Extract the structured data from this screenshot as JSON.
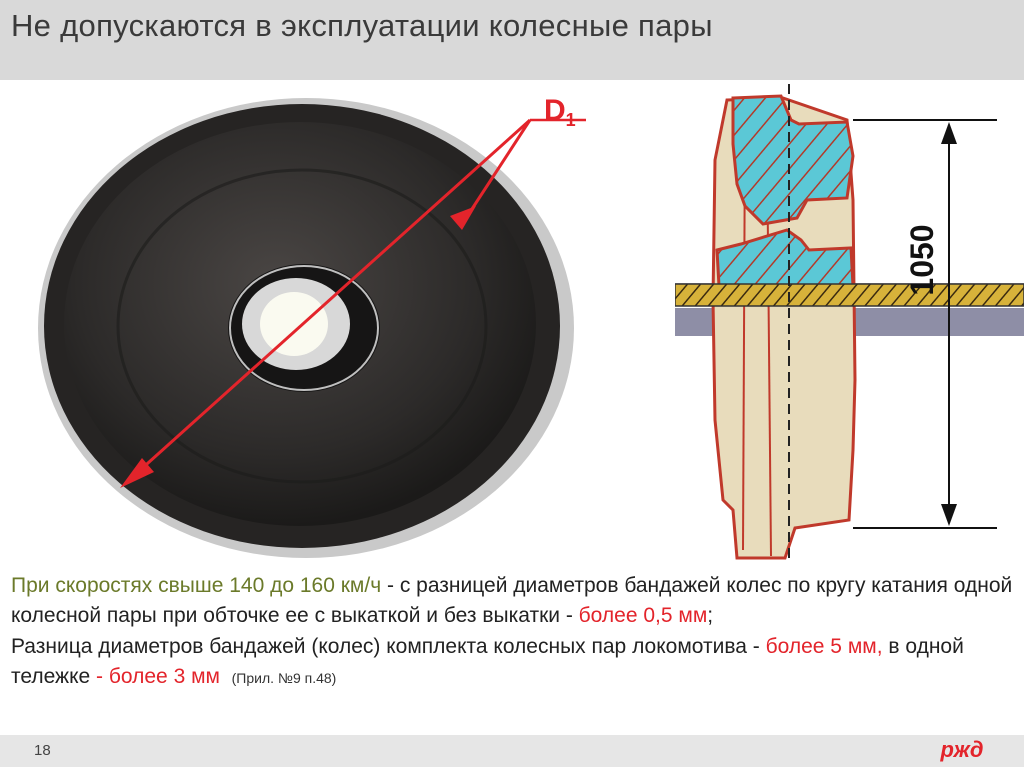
{
  "slide": {
    "title": "Не допускаются в эксплуатации колесные пары",
    "page_number": "18"
  },
  "wheel_figure": {
    "dimension_label": "D",
    "dimension_subscript": "1"
  },
  "section_figure": {
    "dimension_label": "1050"
  },
  "paragraph1": {
    "part1": "При скоростях свыше 140 до 160 км/ч",
    "part2": " - с разницей диаметров бандажей колес по кругу катания одной колесной пары при обточке ее с выкаткой и без выкатки - ",
    "part3": "более 0,5 мм",
    "part4": ";"
  },
  "paragraph2": {
    "part1": "Разница диаметров бандажей (колес) комплекта колесных пар локомотива - ",
    "part2": "более 5 мм,",
    "part3": " в одной тележке ",
    "part4": "- более 3 мм",
    "note": "(Прил. №9 п.48)"
  },
  "logo": {
    "text": "ржд",
    "color": "#e3242b"
  },
  "colors": {
    "title_bar": "#d9d9d9",
    "highlight_red": "#e3242b",
    "highlight_green": "#6b7a2a",
    "section_fill": "#5bc8d6",
    "body_fill": "#e6d8b4"
  }
}
